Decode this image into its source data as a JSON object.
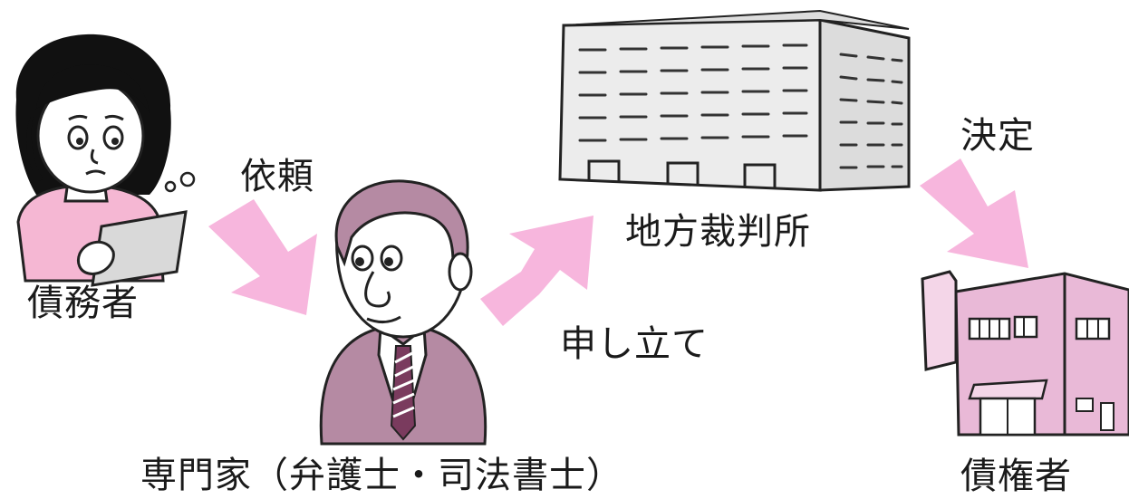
{
  "diagram": {
    "actors": {
      "debtor": "債務者",
      "expert": "専門家（弁護士・司法書士）",
      "court": "地方裁判所",
      "creditor": "債権者"
    },
    "flows": {
      "request": "依頼",
      "petition": "申し立て",
      "decision": "決定"
    }
  },
  "colors": {
    "arrow": "#f7b6dd",
    "debtor_shirt": "#f5b7d3",
    "expert_suit": "#b58aa3",
    "building": "#eeeeee",
    "creditor_building": "#e9b9d7",
    "hair": "#111111",
    "skin": "#ffffff"
  }
}
